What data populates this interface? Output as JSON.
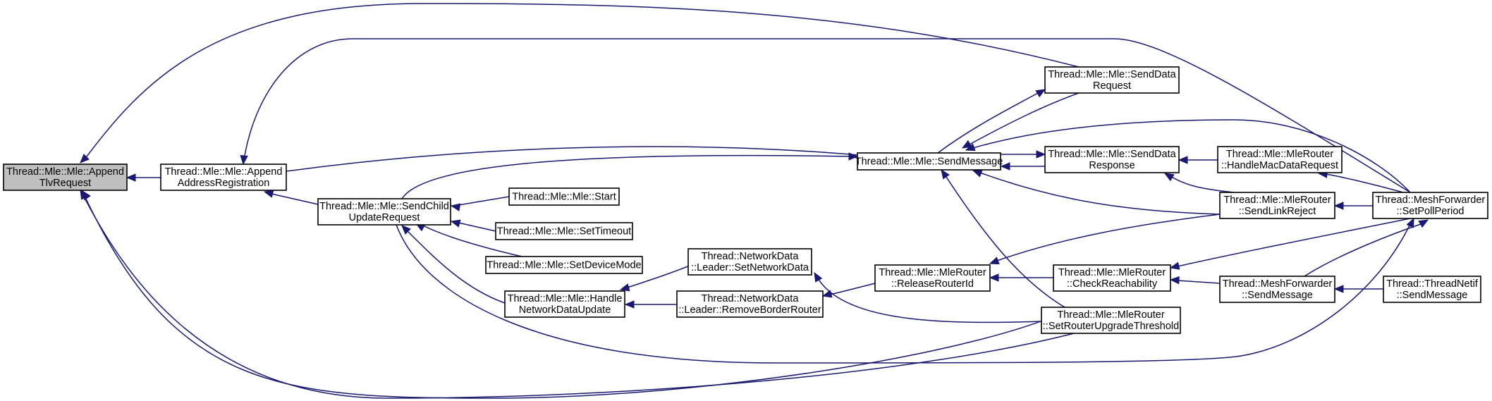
{
  "graph": {
    "title": "Caller graph of Thread::Mle::Mle::AppendTlvRequest",
    "edge_color": "#191970",
    "root_fill": "#bfbfbf",
    "nodes": [
      {
        "id": "n0",
        "lines": [
          "Thread::Mle::Mle::Append",
          "TlvRequest"
        ],
        "root": true
      },
      {
        "id": "n1",
        "lines": [
          "Thread::Mle::Mle::Append",
          "AddressRegistration"
        ]
      },
      {
        "id": "n2",
        "lines": [
          "Thread::Mle::Mle::SendChild",
          "UpdateRequest"
        ]
      },
      {
        "id": "n3",
        "lines": [
          "Thread::Mle::Mle::Start"
        ]
      },
      {
        "id": "n4",
        "lines": [
          "Thread::Mle::Mle::SetTimeout"
        ]
      },
      {
        "id": "n5",
        "lines": [
          "Thread::Mle::Mle::SetDeviceMode"
        ]
      },
      {
        "id": "n6",
        "lines": [
          "Thread::Mle::Mle::Handle",
          "NetworkDataUpdate"
        ]
      },
      {
        "id": "n7",
        "lines": [
          "Thread::NetworkData",
          "::Leader::SetNetworkData"
        ]
      },
      {
        "id": "n8",
        "lines": [
          "Thread::NetworkData",
          "::Leader::RemoveBorderRouter"
        ]
      },
      {
        "id": "n9",
        "lines": [
          "Thread::Mle::Mle::SendMessage"
        ]
      },
      {
        "id": "n10",
        "lines": [
          "Thread::Mle::MleRouter",
          "::ReleaseRouterId"
        ]
      },
      {
        "id": "n11",
        "lines": [
          "Thread::Mle::Mle::SendData",
          "Request"
        ]
      },
      {
        "id": "n12",
        "lines": [
          "Thread::Mle::Mle::SendData",
          "Response"
        ]
      },
      {
        "id": "n13",
        "lines": [
          "Thread::Mle::MleRouter",
          "::CheckReachability"
        ]
      },
      {
        "id": "n14",
        "lines": [
          "Thread::Mle::MleRouter",
          "::SetRouterUpgradeThreshold"
        ]
      },
      {
        "id": "n15",
        "lines": [
          "Thread::Mle::MleRouter",
          "::HandleMacDataRequest"
        ]
      },
      {
        "id": "n16",
        "lines": [
          "Thread::Mle::MleRouter",
          "::SendLinkReject"
        ]
      },
      {
        "id": "n17",
        "lines": [
          "Thread::MeshForwarder",
          "::SendMessage"
        ]
      },
      {
        "id": "n18",
        "lines": [
          "Thread::MeshForwarder",
          "::SetPollPeriod"
        ]
      },
      {
        "id": "n19",
        "lines": [
          "Thread::ThreadNetif",
          "::SendMessage"
        ]
      }
    ],
    "edges": [
      {
        "from": "n1",
        "to": "n0"
      },
      {
        "from": "n2",
        "to": "n0"
      },
      {
        "from": "n11",
        "to": "n0"
      },
      {
        "from": "n14",
        "to": "n0"
      },
      {
        "from": "n2",
        "to": "n1"
      },
      {
        "from": "n18",
        "to": "n1"
      },
      {
        "from": "n3",
        "to": "n2"
      },
      {
        "from": "n4",
        "to": "n2"
      },
      {
        "from": "n5",
        "to": "n2"
      },
      {
        "from": "n6",
        "to": "n2"
      },
      {
        "from": "n8",
        "to": "n6"
      },
      {
        "from": "n7",
        "to": "n6"
      },
      {
        "from": "n10",
        "to": "n8"
      },
      {
        "from": "n14",
        "to": "n7"
      },
      {
        "from": "n1",
        "to": "n9"
      },
      {
        "from": "n2",
        "to": "n9"
      },
      {
        "from": "n11",
        "to": "n9"
      },
      {
        "from": "n12",
        "to": "n9"
      },
      {
        "from": "n16",
        "to": "n9"
      },
      {
        "from": "n18",
        "to": "n9"
      },
      {
        "from": "n14",
        "to": "n9"
      },
      {
        "from": "n9",
        "to": "n11"
      },
      {
        "from": "n9",
        "to": "n12"
      },
      {
        "from": "n13",
        "to": "n10"
      },
      {
        "from": "n16",
        "to": "n10"
      },
      {
        "from": "n15",
        "to": "n12"
      },
      {
        "from": "n16",
        "to": "n12"
      },
      {
        "from": "n18",
        "to": "n15"
      },
      {
        "from": "n18",
        "to": "n16"
      },
      {
        "from": "n17",
        "to": "n13"
      },
      {
        "from": "n18",
        "to": "n13"
      },
      {
        "from": "n19",
        "to": "n17"
      },
      {
        "from": "n17",
        "to": "n18"
      },
      {
        "from": "n2",
        "to": "n18"
      }
    ]
  }
}
